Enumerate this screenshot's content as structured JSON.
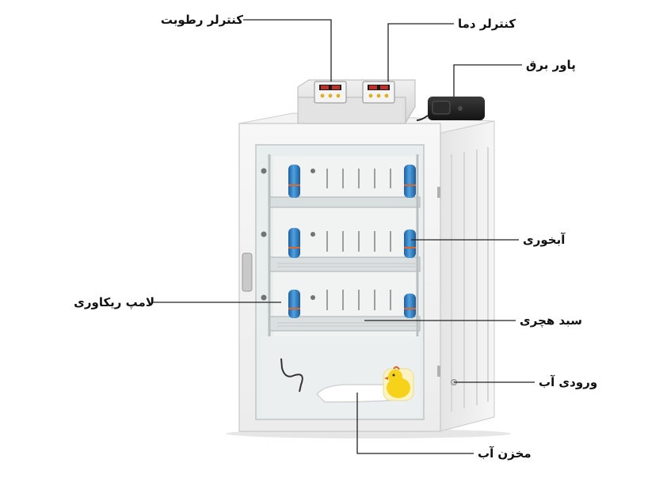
{
  "labels": {
    "humidity_controller": "کنترلر رطوبت",
    "temperature_controller": "کنترلر دما",
    "power_unit": "پاور برق",
    "water_feeder": "آبخوری",
    "recovery_lamp": "لامپ ریکاوری",
    "egg_basket": "سبد هچری",
    "water_inlet": "ورودی آب",
    "water_reservoir": "مخزن آب"
  },
  "colors": {
    "cabinet": "#f2f2f2",
    "interior": "#e9eeee",
    "lamp_blue": "#2e7fc4",
    "accent_orange": "#e0662a",
    "controller_display": "#c0302a",
    "sticker_yellow": "#f6d21a"
  },
  "icons": {
    "chick": "chick-sticker-icon",
    "door_handle": "door-handle-icon",
    "power_box": "power-box-icon"
  }
}
